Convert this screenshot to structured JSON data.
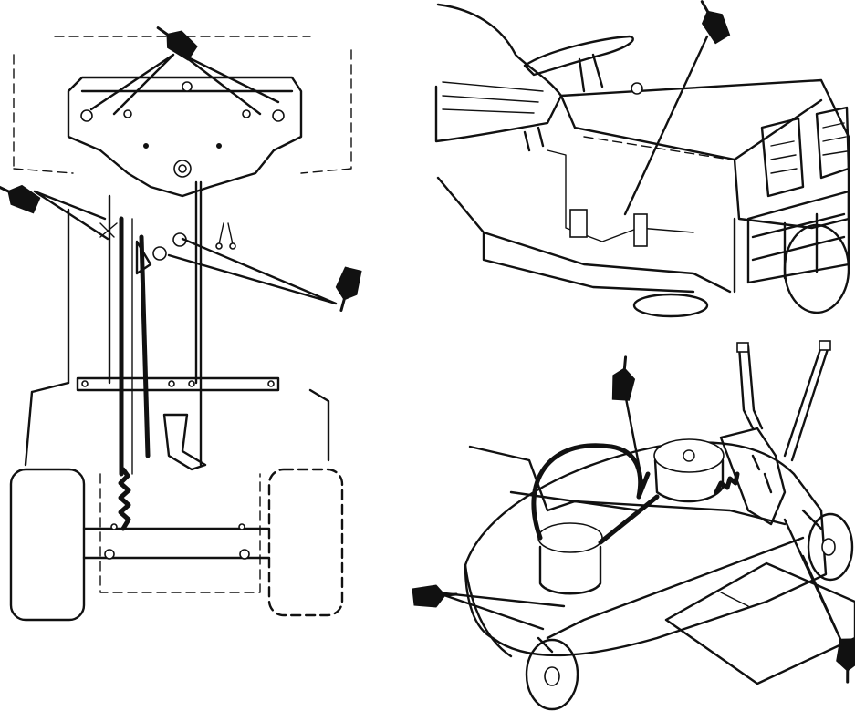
{
  "figure": {
    "panels": [
      {
        "name": "chassis-underside-view"
      },
      {
        "name": "hood-engine-view"
      },
      {
        "name": "mower-deck-view"
      }
    ],
    "icons": [
      "oil-can-icon"
    ],
    "colors": {
      "ink": "#111111",
      "paper": "#ffffff"
    }
  }
}
